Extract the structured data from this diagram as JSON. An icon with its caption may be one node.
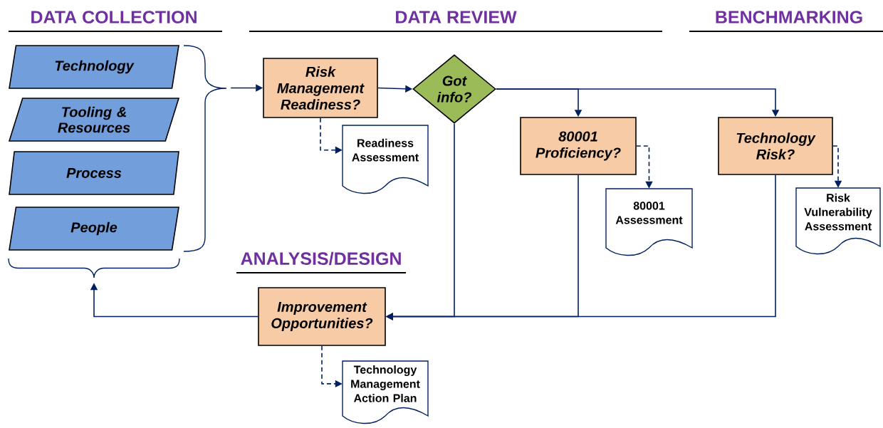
{
  "diagram": {
    "nodes": [
      {
        "text": [
          "Technology"
        ]
      },
      {
        "text": [
          "Tooling & Resources"
        ]
      },
      {
        "text": [
          "Process"
        ]
      },
      {
        "text": [
          "People"
        ]
      },
      {
        "text": [
          "Risk Management Readiness?"
        ]
      },
      {
        "text": [
          "Got info?"
        ]
      },
      {
        "text": [
          "Readiness Assessment"
        ]
      },
      {
        "text": [
          "80001 Proficiency?"
        ]
      },
      {
        "text": [
          "Technology Risk?"
        ]
      },
      {
        "text": [
          "80001 Assessment"
        ]
      },
      {
        "text": [
          "Risk Vulnerability Assessment"
        ]
      },
      {
        "text": [
          "Improvement Opportunities?"
        ]
      },
      {
        "text": [
          "Technology Management Action Plan"
        ]
      },
      {
        "text": [],
        "shape": "brace"
      },
      {
        "text": [],
        "shape": "brace"
      }
    ],
    "edges": [
      {
        "from": 13,
        "to": 4,
        "arrow": "to"
      },
      {
        "from": 4,
        "to": 5,
        "arrow": "to"
      },
      {
        "from": 4,
        "to": 6,
        "arrow": "to",
        "style": "dashed"
      },
      {
        "from": 5,
        "to": 7,
        "arrow": "to"
      },
      {
        "from": 5,
        "to": 8,
        "arrow": "to"
      },
      {
        "from": 7,
        "to": 9,
        "arrow": "to",
        "style": "dashed"
      },
      {
        "from": 8,
        "to": 10,
        "arrow": "to",
        "style": "dashed"
      },
      {
        "from": 5,
        "to": 11,
        "arrow": "to"
      },
      {
        "from": 7,
        "to": 11,
        "arrow": "to"
      },
      {
        "from": 8,
        "to": 11,
        "arrow": "to"
      },
      {
        "from": 11,
        "to": 12,
        "arrow": "to",
        "style": "dashed"
      },
      {
        "from": 11,
        "to": 14,
        "arrow": "to"
      }
    ],
    "labels": [
      "DATA COLLECTION",
      "DATA REVIEW",
      "BENCHMARKING",
      "ANALYSIS/DESIGN"
    ]
  }
}
